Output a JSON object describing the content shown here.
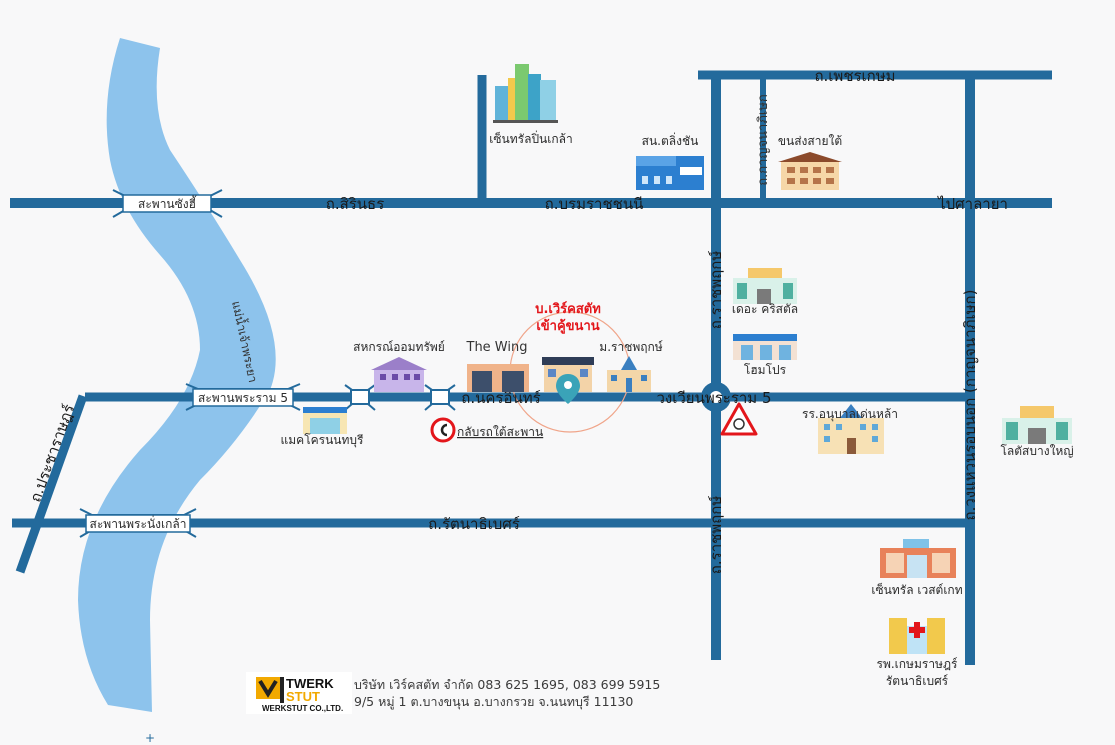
{
  "roads": {
    "sirinthorn": "ถ.สิรินธร",
    "borommaratchachonnani": "ถ.บรมราชชนนี",
    "phetkasem": "ถ.เพชรเกษม",
    "to_salaya": "ไปศาลายา",
    "nakhon_in": "ถ.นครอินทร์",
    "rattanathibet": "ถ.รัตนาธิเบศร์",
    "ratchaphruek_upper": "ถ.ราชพฤกษ์",
    "ratchaphruek_lower": "ถ.ราชพฤกษ์",
    "kanchanaphisek": "ถ.กาญจนาภิเษก",
    "outer_ring": "ถ.วงแหวนรอบนอก (กาญจนาภิเษก)",
    "pracharat": "ถ.ประชาราษฎร์",
    "chaopraya": "แม่น้ำเจ้าพระยา",
    "rama5_circle": "วงเวียนพระราม 5"
  },
  "bridges": {
    "sanghi": "สะพานซังฮี้",
    "rama5": "สะพานพระราม 5",
    "phra_nangklao": "สะพานพระนั่งเกล้า"
  },
  "places": {
    "central_pinklao": "เซ็นทรัลปิ่นเกล้า",
    "taling_chan_police": "สน.ตลิ่งชัน",
    "southern_bus": "ขนส่งสายใต้",
    "the_crystal": "เดอะ คริสตัล",
    "homepro": "โฮมโปร",
    "rajapruk": "ม.ราชพฤกษ์",
    "the_wing": "The Wing",
    "sahakorn": "สหกรณ์ออมทรัพย์",
    "makro": "แมคโครนนทบุรี",
    "uturn": "กลับรถใต้สะพาน",
    "school": "รร.อนุบาลเด่นหล้า",
    "lotus": "โลตัสบางใหญ่",
    "central_westgate": "เซ็นทรัล เวสต์เกท",
    "hospital_line1": "รพ.เกษมราษฎร์",
    "hospital_line2": "รัตนาธิเบศร์"
  },
  "target": {
    "line1": "บ.เวิร์คสตัท",
    "line2": "เข้าคู้ขนาน"
  },
  "company": {
    "logo_top": "TWERK",
    "logo_mid": "STUT",
    "logo_bottom": "WERKSTUT CO.,LTD.",
    "line1": "บริษัท เวิร์คสตัท จำกัด 083 625 1695, 083 699 5915",
    "line2": "9/5 หมู่ 1 ต.บางขนุน อ.บางกรวย จ.นนทบุรี 11130"
  },
  "colors": {
    "road": "#236a9c",
    "river": "#8dc3ec",
    "highlight": "#e3161b",
    "background": "#f8f8f9"
  }
}
